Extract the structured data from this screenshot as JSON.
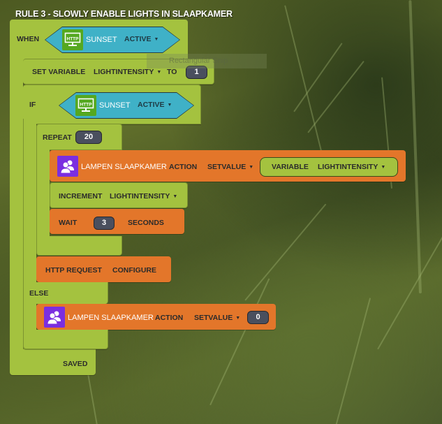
{
  "rule_title": "RULE 3 - SLOWLY ENABLE LIGHTS IN SLAAPKAMER",
  "overlay_text": "Rectangular Snip",
  "when_block": {
    "keyword": "WHEN",
    "trigger": {
      "icon": "http-monitor-icon",
      "icon_text": "HTTP",
      "device": "SUNSET",
      "state": "ACTIVE"
    }
  },
  "set_variable_block": {
    "label": "SET VARIABLE",
    "variable": "LIGHTINTENSITY",
    "to_label": "TO",
    "value": "1"
  },
  "if_block": {
    "keyword": "IF",
    "condition": {
      "icon": "http-monitor-icon",
      "icon_text": "HTTP",
      "device": "SUNSET",
      "state": "ACTIVE"
    },
    "else_keyword": "ELSE"
  },
  "repeat_block": {
    "label": "REPEAT",
    "count": "20"
  },
  "action_block_1": {
    "icon": "people-icon",
    "device": "LAMPEN SLAAPKAMER",
    "action_label": "ACTION",
    "action": "SETVALUE",
    "value_block": {
      "label": "VARIABLE",
      "variable": "LIGHTINTENSITY"
    }
  },
  "increment_block": {
    "label": "INCREMENT",
    "variable": "LIGHTINTENSITY"
  },
  "wait_block": {
    "label": "WAIT",
    "value": "3",
    "unit": "SECONDS"
  },
  "http_request_block": {
    "label": "HTTP REQUEST",
    "configure_label": "CONFIGURE"
  },
  "action_block_2": {
    "icon": "people-icon",
    "device": "LAMPEN SLAAPKAMER",
    "action_label": "ACTION",
    "action": "SETVALUE",
    "value": "0"
  },
  "status": "SAVED",
  "colors": {
    "lime_block": "#a4c23f",
    "orange_block": "#e3762a",
    "trigger_hex": "#3fb1c7",
    "http_icon_bg": "#55a820",
    "device_icon_bg": "#7b2ee0",
    "value_pill": "#4a4f5e"
  }
}
